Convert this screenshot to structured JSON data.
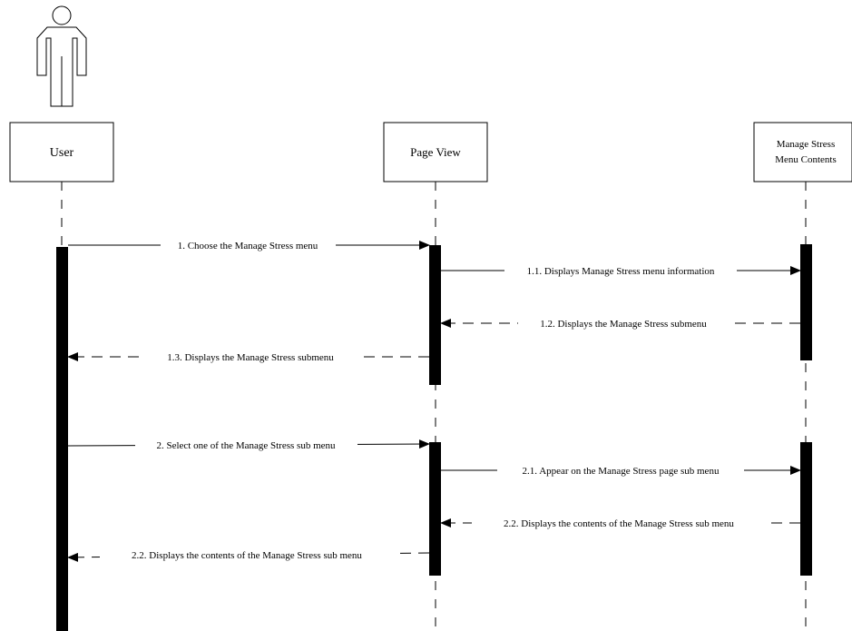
{
  "actor": {
    "icon": "stick-figure-actor-icon"
  },
  "lifelines": [
    {
      "id": "user",
      "label_lines": [
        "User"
      ]
    },
    {
      "id": "page_view",
      "label_lines": [
        "Page View"
      ]
    },
    {
      "id": "menu_contents",
      "label_lines": [
        "Manage Stress",
        "Menu Contents"
      ]
    }
  ],
  "messages": [
    {
      "label": "1. Choose the Manage Stress menu",
      "from": "user",
      "to": "page_view",
      "kind": "call"
    },
    {
      "label": "1.1. Displays Manage Stress menu information",
      "from": "page_view",
      "to": "menu_contents",
      "kind": "call"
    },
    {
      "label": "1.2. Displays the Manage Stress submenu",
      "from": "menu_contents",
      "to": "page_view",
      "kind": "return"
    },
    {
      "label": "1.3. Displays the Manage Stress submenu",
      "from": "page_view",
      "to": "user",
      "kind": "return"
    },
    {
      "label": "2. Select one of the Manage Stress sub menu",
      "from": "user",
      "to": "page_view",
      "kind": "call"
    },
    {
      "label": "2.1. Appear on the Manage Stress page sub menu",
      "from": "page_view",
      "to": "menu_contents",
      "kind": "call"
    },
    {
      "label": "2.2. Displays the contents of the Manage Stress sub menu",
      "from": "menu_contents",
      "to": "page_view",
      "kind": "return"
    },
    {
      "label": "2.2. Displays the contents of the Manage Stress sub menu",
      "from": "page_view",
      "to": "user",
      "kind": "return"
    }
  ]
}
